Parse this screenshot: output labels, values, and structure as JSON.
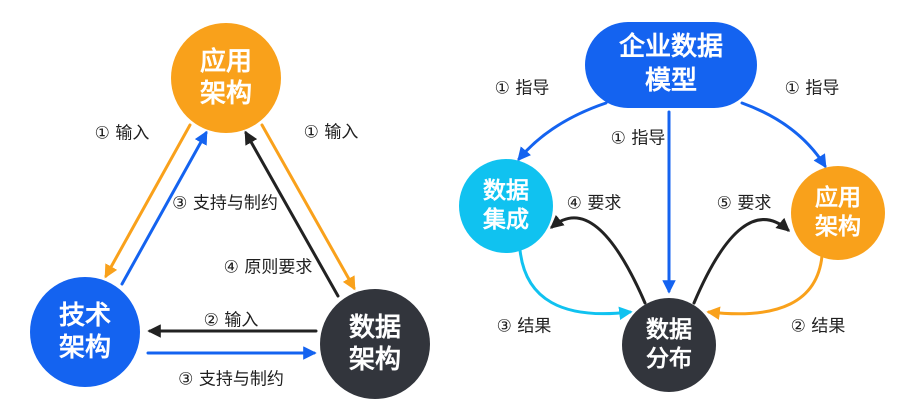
{
  "colors": {
    "orange": "#F9A11B",
    "blue": "#1463F0",
    "cyan": "#10C2F0",
    "dark": "#32353C",
    "black": "#222222",
    "label": "#1F1F1F",
    "node_text": "#FFFFFF"
  },
  "left_diagram": {
    "nodes": {
      "application": {
        "line1": "应用",
        "line2": "架构"
      },
      "technology": {
        "line1": "技术",
        "line2": "架构"
      },
      "data": {
        "line1": "数据",
        "line2": "架构"
      }
    },
    "labels": {
      "input_app_tech": "① 输入",
      "input_app_data": "① 输入",
      "support_tech_app": "③ 支持与制约",
      "principle_data_app": "④ 原则要求",
      "input_data_tech": "② 输入",
      "support_tech_data": "③ 支持与制约"
    }
  },
  "right_diagram": {
    "nodes": {
      "model": {
        "line1": "企业数据",
        "line2": "模型"
      },
      "integration": {
        "line1": "数据",
        "line2": "集成"
      },
      "application": {
        "line1": "应用",
        "line2": "架构"
      },
      "distribution": {
        "line1": "数据",
        "line2": "分布"
      }
    },
    "labels": {
      "guide_integration": "① 指导",
      "guide_distribution": "① 指导",
      "guide_application": "① 指导",
      "require_integration": "④ 要求",
      "require_application": "⑤ 要求",
      "result_integration": "③ 结果",
      "result_application": "② 结果"
    }
  }
}
